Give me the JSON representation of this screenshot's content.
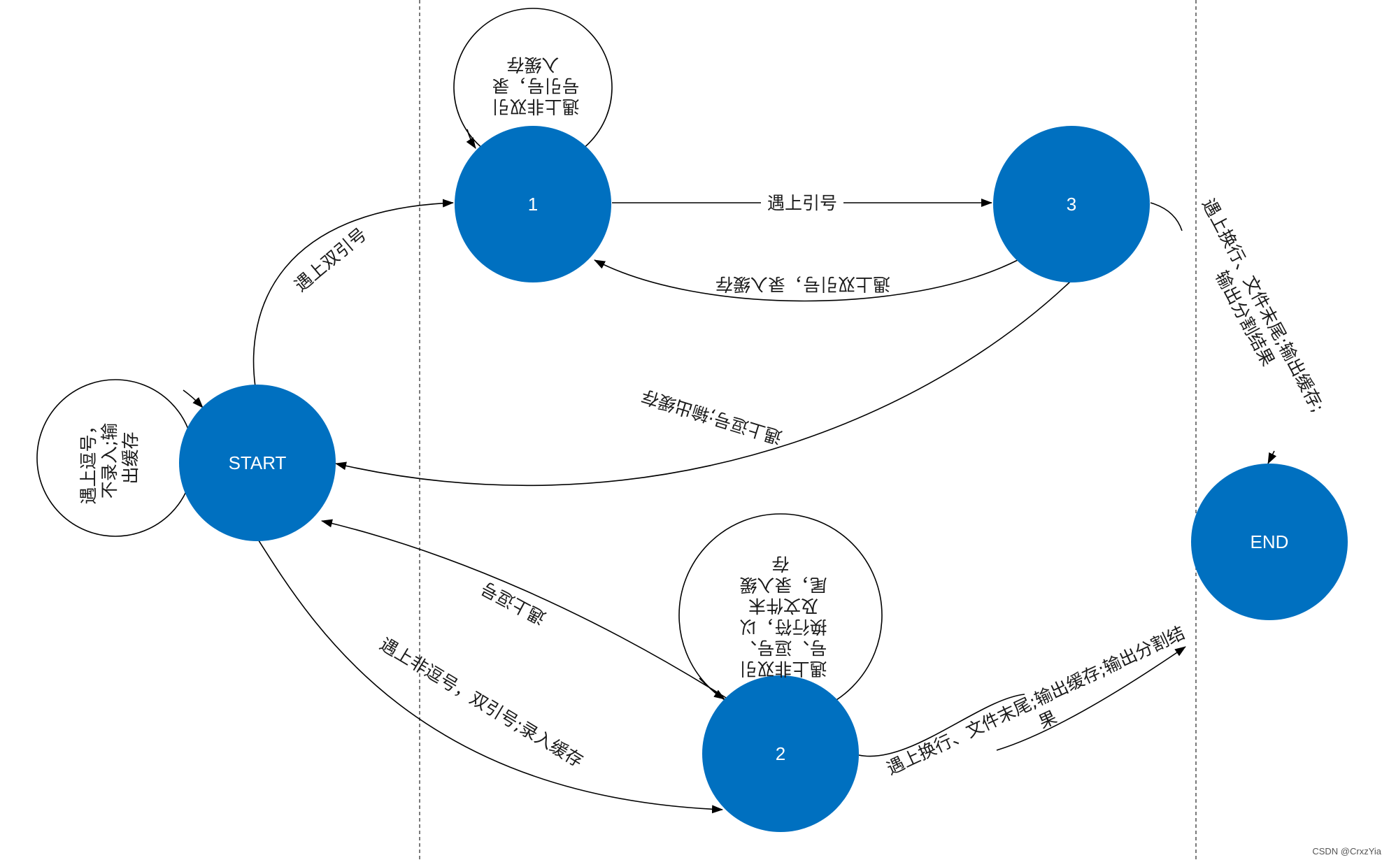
{
  "diagram": {
    "colors": {
      "state_fill": "#0070C0",
      "state_text": "#FFFFFF",
      "line": "#000000",
      "label_text": "#1A1A1A"
    },
    "states": {
      "start": "START",
      "s1": "1",
      "s2": "2",
      "s3": "3",
      "end": "END"
    },
    "self_loops": {
      "start": [
        "遇上逗号，",
        "不录入;输",
        "出缓存"
      ],
      "s1": [
        "遇上非双引",
        "号引号，录",
        "入缓存"
      ],
      "s2": [
        "遇上非双引",
        "号、逗号、",
        "换行符，以",
        "及文件末",
        "尾，录入缓",
        "存"
      ]
    },
    "transitions": {
      "start_to_1": "遇上双引号",
      "1_to_3": "遇上引号",
      "3_to_1": "遇上双引号，录入缓存",
      "3_to_start": "遇上逗号;输出缓存",
      "start_to_2": "遇上非逗号，双引号;录入缓存",
      "2_to_start": "遇上逗号",
      "2_to_end": [
        "遇上换行、文件末尾;输出缓存;输出分割结",
        "果"
      ],
      "3_to_end": [
        "遇上换行、文件末尾;输出缓存;",
        "输出分割结果"
      ]
    },
    "watermark": "CSDN @CrxzYia"
  }
}
